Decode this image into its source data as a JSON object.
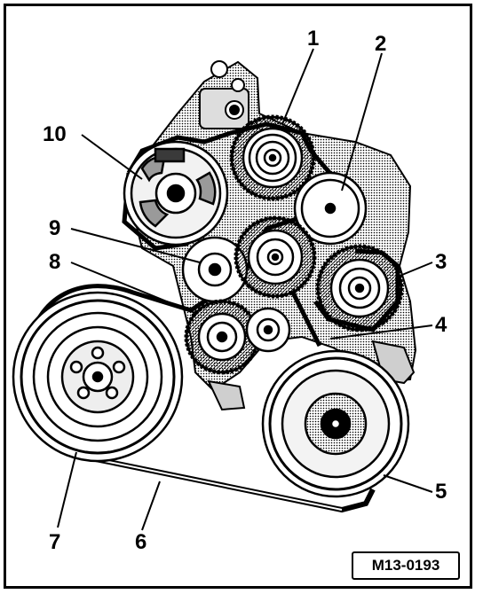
{
  "figure": {
    "reference_code": "M13-0193",
    "callouts": [
      {
        "id": "1",
        "label": "1"
      },
      {
        "id": "2",
        "label": "2"
      },
      {
        "id": "3",
        "label": "3"
      },
      {
        "id": "4",
        "label": "4"
      },
      {
        "id": "5",
        "label": "5"
      },
      {
        "id": "6",
        "label": "6"
      },
      {
        "id": "7",
        "label": "7"
      },
      {
        "id": "8",
        "label": "8"
      },
      {
        "id": "9",
        "label": "9"
      },
      {
        "id": "10",
        "label": "10"
      }
    ]
  },
  "colors": {
    "line": "#000000",
    "background": "#ffffff",
    "shade": "#9a9a9a",
    "dark": "#3a3a3a"
  }
}
